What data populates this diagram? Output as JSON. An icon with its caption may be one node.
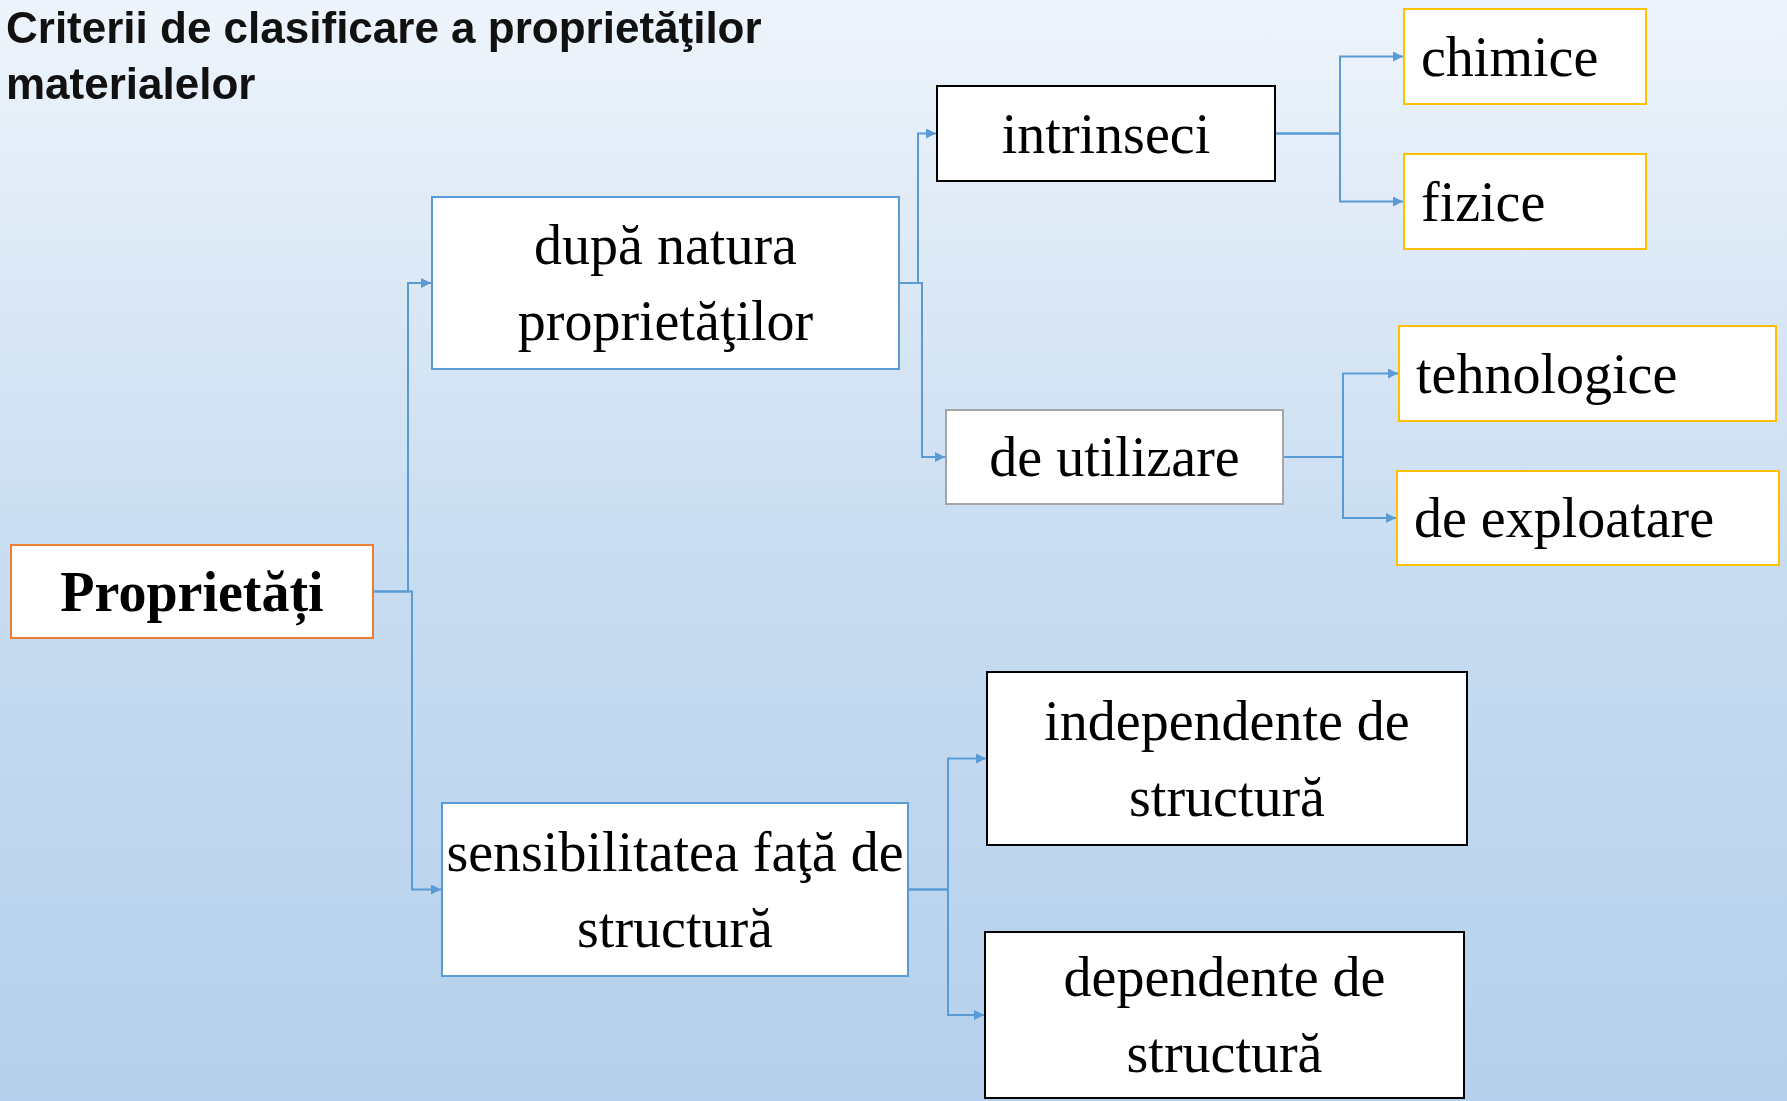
{
  "diagram": {
    "title": "Criterii de clasificare a proprietăţilor materialelor",
    "nodes": [
      {
        "text": [
          "Proprietăți"
        ]
      },
      {
        "text": [
          "după natura proprietăţilor"
        ]
      },
      {
        "text": [
          "intrinseci"
        ]
      },
      {
        "text": [
          "chimice"
        ]
      },
      {
        "text": [
          "fizice"
        ]
      },
      {
        "text": [
          "de utilizare"
        ]
      },
      {
        "text": [
          "tehnologice"
        ]
      },
      {
        "text": [
          "de exploatare"
        ]
      },
      {
        "text": [
          "sensibilitatea faţă de structură"
        ]
      },
      {
        "text": [
          "independente de structură"
        ]
      },
      {
        "text": [
          "dependente de structură"
        ]
      }
    ],
    "edges": [
      {
        "from": 0,
        "to": 1,
        "arrow": "to"
      },
      {
        "from": 0,
        "to": 8,
        "arrow": "to"
      },
      {
        "from": 1,
        "to": 2,
        "arrow": "to"
      },
      {
        "from": 1,
        "to": 5,
        "arrow": "to"
      },
      {
        "from": 2,
        "to": 3,
        "arrow": "to"
      },
      {
        "from": 2,
        "to": 4,
        "arrow": "to"
      },
      {
        "from": 5,
        "to": 6,
        "arrow": "to"
      },
      {
        "from": 5,
        "to": 7,
        "arrow": "to"
      },
      {
        "from": 8,
        "to": 9,
        "arrow": "to"
      },
      {
        "from": 8,
        "to": 10,
        "arrow": "to"
      }
    ]
  }
}
